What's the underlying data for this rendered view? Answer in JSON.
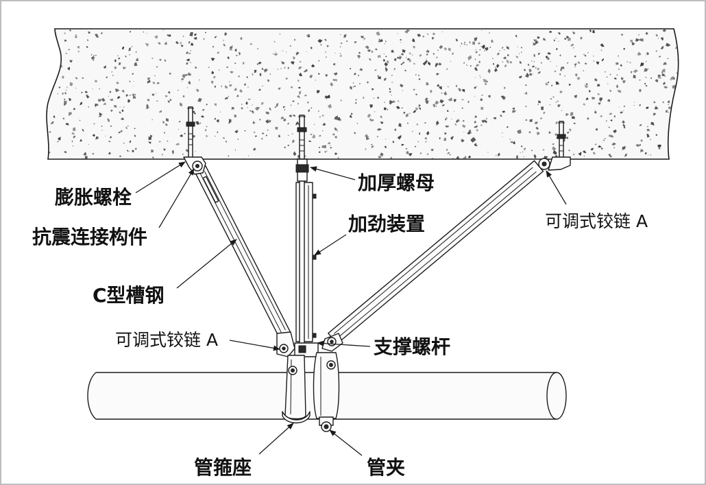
{
  "labels": {
    "expansion_bolt": "膨胀螺栓",
    "seismic_connector": "抗震连接构件",
    "c_channel": "C型槽钢",
    "hinge_left": "可调式铰链 A",
    "thick_nut": "加厚螺母",
    "stiffener": "加劲装置",
    "hinge_right": "可调式铰链 A",
    "support_rod": "支撑螺杆",
    "clamp_seat": "管箍座",
    "pipe_clamp": "管夹"
  },
  "colors": {
    "line": "#1a1a1a",
    "concrete": "#f8f8f8",
    "speckle": "#333333",
    "steel": "#fbfbfb",
    "text": "#111111",
    "frame": "#bdbdbd"
  }
}
